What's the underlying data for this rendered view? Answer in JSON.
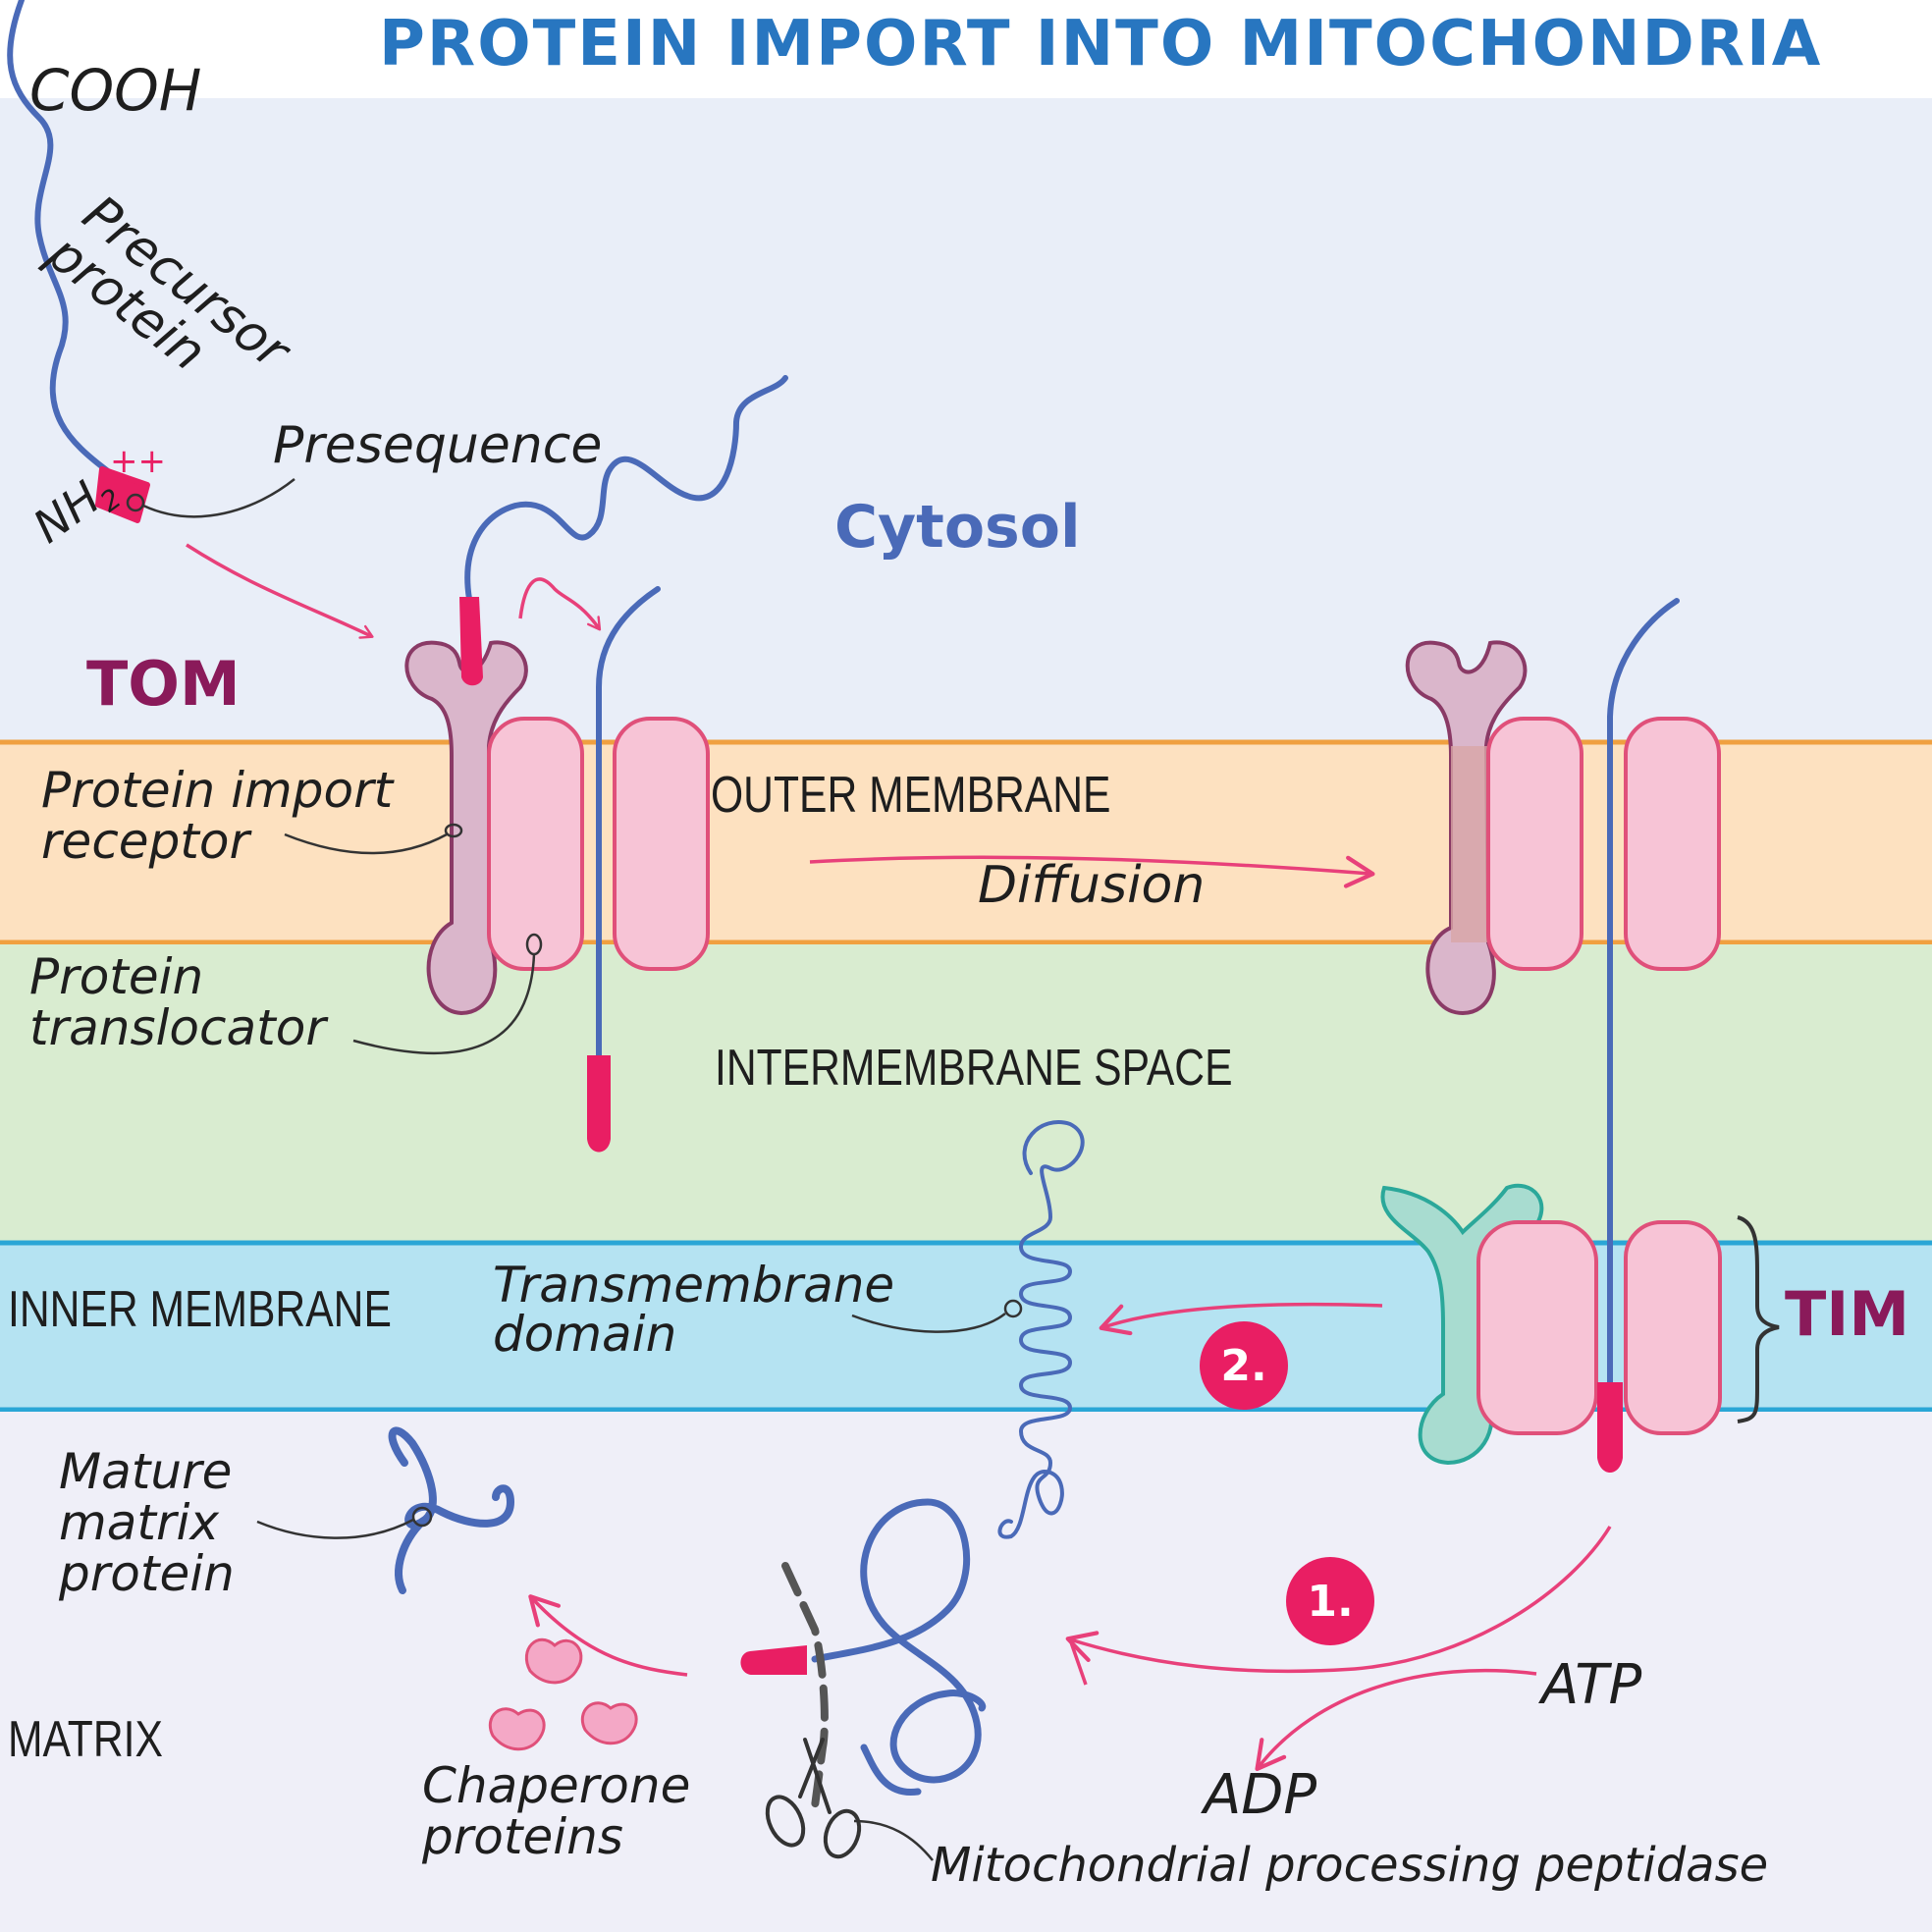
{
  "title": "PROTEIN IMPORT INTO MITOCHONDRIA",
  "regions": {
    "cytosol": "Cytosol",
    "outer_membrane": "OUTER MEMBRANE",
    "intermembrane_space": "INTERMEMBRANE SPACE",
    "inner_membrane": "INNER MEMBRANE",
    "matrix": "MATRIX"
  },
  "complexes": {
    "tom": "TOM",
    "tim": "TIM"
  },
  "labels": {
    "cooh": "COOH",
    "precursor_line1": "Precursor",
    "precursor_line2": "protein",
    "nh": "NH",
    "nh_sub": "2",
    "plus": "++",
    "presequence": "Presequence",
    "receptor_line1": "Protein import",
    "receptor_line2": "receptor",
    "translocator_line1": "Protein",
    "translocator_line2": "translocator",
    "diffusion": "Diffusion",
    "transmembrane_line1": "Transmembrane",
    "transmembrane_line2": "domain",
    "mature_line1": "Mature",
    "mature_line2": "matrix",
    "mature_line3": "protein",
    "chaperone_line1": "Chaperone",
    "chaperone_line2": "proteins",
    "atp": "ATP",
    "adp": "ADP",
    "mpp": "Mitochondrial processing peptidase"
  },
  "steps": {
    "step1": "1.",
    "step2": "2."
  },
  "colors": {
    "cytosol_bg": "#e9eef8",
    "outer_membrane": "#fde1c0",
    "outer_membrane_edge": "#f0a040",
    "intermembrane": "#d9ecd0",
    "inner_membrane": "#b5e3f2",
    "inner_membrane_edge": "#2aa6d6",
    "matrix_bg": "#efeff8",
    "protein_chain": "#4a6ab8",
    "presequence": "#e91e63",
    "translocator": "#f7c4d6",
    "translocator_edge": "#e0507a",
    "receptor": "#dab6cb",
    "receptor_edge": "#8a3a66",
    "tim_receptor": "#a8dcd0",
    "tim_receptor_edge": "#2ba89a",
    "arrow": "#e8407a",
    "title": "#2876c0",
    "plum": "#8a1a5a"
  },
  "icons": [
    "scissors-icon",
    "arrow-icon",
    "chaperone-blob-icon"
  ]
}
